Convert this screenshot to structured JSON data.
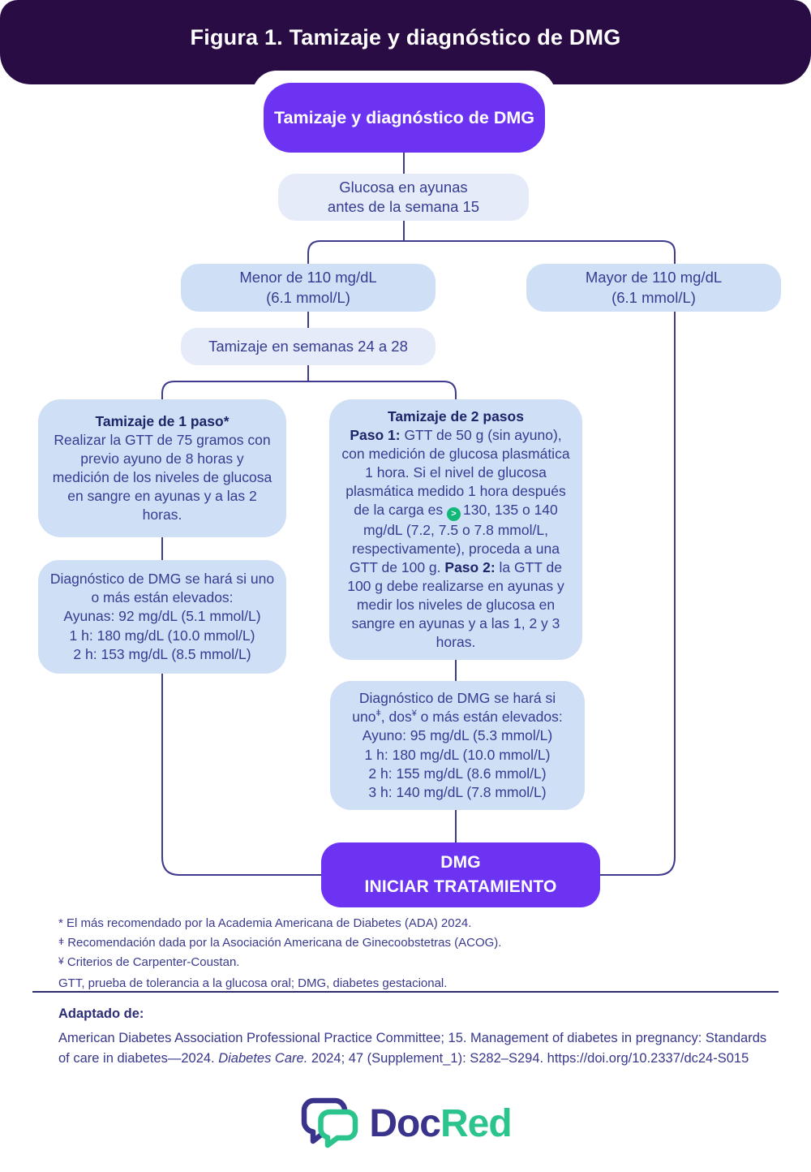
{
  "colors": {
    "header_bg": "#2A0C44",
    "accent_purple": "#6C33F3",
    "box_blue": "#CEDFF6",
    "box_lavender": "#E5EBF9",
    "text_ink": "#363C91",
    "heading_ink": "#1F2569",
    "connector": "#3E3B8C",
    "badge_green": "#12B877",
    "logo_navy": "#39338B",
    "logo_green": "#2BC48C"
  },
  "header": {
    "title": "Figura 1. Tamizaje y diagnóstico de DMG"
  },
  "flow": {
    "root": "Tamizaje y diagnóstico de DMG",
    "fasting_line1": "Glucosa en ayunas",
    "fasting_line2": "antes de la semana 15",
    "lower_line1": "Menor de 110 mg/dL",
    "lower_line2": "(6.1 mmol/L)",
    "higher_line1": "Mayor de 110 mg/dL",
    "higher_line2": "(6.1 mmol/L)",
    "weeks": "Tamizaje en semanas 24 a 28",
    "one_step": {
      "title": "Tamizaje de 1 paso*",
      "body": "Realizar la GTT de 75 gramos con previo ayuno de 8 horas y medición de los niveles de glucosa en sangre en ayunas y a las 2 horas."
    },
    "one_step_dx": {
      "intro": "Diagnóstico de DMG se hará si uno o más están elevados:",
      "fasting": "Ayunas: 92 mg/dL (5.1 mmol/L)",
      "h1": "1 h: 180 mg/dL (10.0 mmol/L)",
      "h2": "2 h: 153 mg/dL (8.5 mmol/L)"
    },
    "two_step": {
      "title": "Tamizaje de 2 pasos",
      "step1_label": "Paso 1:",
      "step1_text_a": " GTT de 50 g (sin ayuno), con medición de glucosa plasmática 1 hora. Si el nivel de glucosa plasmática medido 1 hora después de la carga es ",
      "threshold_icon": ">",
      "step1_text_b": "130, 135 o 140 mg/dL (7.2, 7.5 o 7.8 mmol/L, respectivamente), proceda a una GTT de 100 g.",
      "step2_label": "Paso 2:",
      "step2_text": " la GTT de 100 g debe realizarse en ayunas y medir los niveles de glucosa en sangre en ayunas y a las 1, 2 y 3 horas."
    },
    "two_step_dx": {
      "intro": "Diagnóstico de DMG se hará si",
      "cond_a": "uno",
      "cond_sup1": "ǂ",
      "cond_b": ", dos",
      "cond_sup2": "¥",
      "cond_c": " o más están elevados:",
      "fasting": "Ayuno: 95 mg/dL (5.3 mmol/L)",
      "h1": "1 h: 180 mg/dL (10.0 mmol/L)",
      "h2": "2 h: 155 mg/dL (8.6 mmol/L)",
      "h3": "3 h: 140 mg/dL (7.8 mmol/L)"
    },
    "outcome_line1": "DMG",
    "outcome_line2": "INICIAR TRATAMIENTO"
  },
  "footnotes": [
    {
      "marker": "*",
      "text": "El más recomendado por la Academia Americana de Diabetes (ADA) 2024."
    },
    {
      "marker": "ǂ",
      "text": "Recomendación dada por la Asociación Americana de Ginecoobstetras (ACOG)."
    },
    {
      "marker": "¥",
      "text": "Criterios de Carpenter-Coustan."
    }
  ],
  "abbreviations": "GTT, prueba de tolerancia a la glucosa oral; DMG, diabetes gestacional.",
  "citation": {
    "label": "Adaptado de:",
    "text_a": "American Diabetes Association Professional Practice Committee; 15. Management of diabetes in pregnancy: Standards of care in diabetes—2024. ",
    "journal": "Diabetes Care.",
    "text_b": " 2024; 47 (Supplement_1): S282–S294. https://doi.org/10.2337/dc24-S015"
  },
  "logo": {
    "doc": "Doc",
    "red": "Red"
  }
}
